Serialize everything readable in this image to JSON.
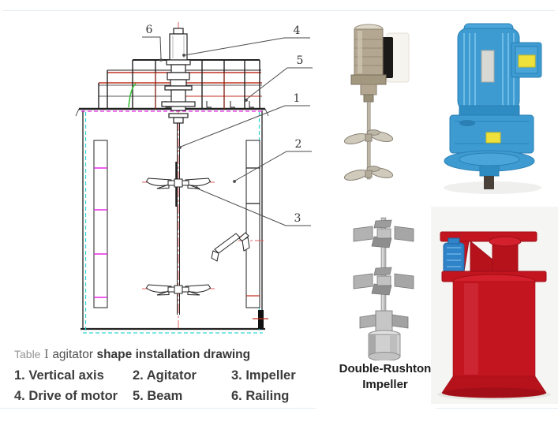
{
  "drawing": {
    "title_semantic": "agitator shape installation drawing",
    "callouts": [
      "1",
      "2",
      "3",
      "4",
      "5",
      "6"
    ],
    "colors": {
      "line": "#222222",
      "centerline_red": "#e06060",
      "rail_red": "#c03020",
      "tank_dash_cyan": "#30d5d5",
      "magenta": "#e628e6",
      "green": "#3cc33c"
    }
  },
  "caption": {
    "table_word": "Table",
    "numeral": "Ⅰ",
    "subject": "agitator",
    "rest": "shape installation drawing"
  },
  "legend": {
    "items": [
      "1. Vertical axis",
      "2. Agitator",
      "3. Impeller",
      "4. Drive of motor",
      "5. Beam",
      "6. Railing"
    ]
  },
  "photos": {
    "portable_agitator": {
      "name": "portable-agitator-photo",
      "body_color": "#b3a791"
    },
    "gear_motor": {
      "name": "vertical-gear-motor-photo",
      "body_color": "#3d9bd1",
      "label_color": "#efe13c"
    },
    "rushton_impeller": {
      "name": "double-rushton-impeller-photo",
      "steel_color": "#c0c0c0",
      "caption_line1": "Double-Rushton",
      "caption_line2": "Impeller"
    },
    "agitation_tank": {
      "name": "red-agitation-tank-photo",
      "tank_color": "#c2151f",
      "motor_color": "#2f83c8"
    }
  }
}
